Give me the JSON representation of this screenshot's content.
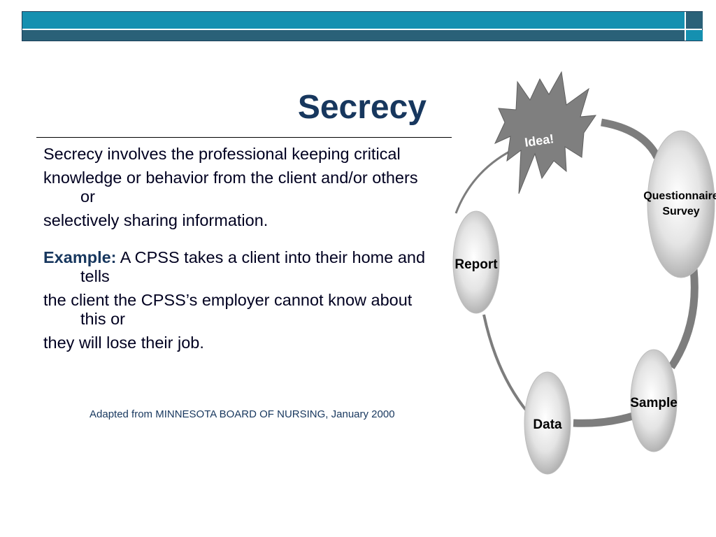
{
  "slide": {
    "title": "Secrecy",
    "paragraphs": [
      "Secrecy involves the professional keeping critical",
      "knowledge or behavior from the client and/or others or",
      "selectively sharing information."
    ],
    "example": {
      "label": "Example:",
      "lines": [
        " A CPSS takes a client into their home and tells",
        "the client the CPSS’s employer cannot know about this or",
        "they will lose their job."
      ]
    },
    "citation": "Adapted from MINNESOTA BOARD OF NURSING, January 2000"
  },
  "diagram": {
    "star_label": "Idea!",
    "nodes": [
      "Questionnaire",
      "Survey",
      "Sample",
      "Data",
      "Report"
    ]
  },
  "colors": {
    "band_teal": "#1590b0",
    "band_dark": "#2a6178",
    "title": "#17375e"
  }
}
